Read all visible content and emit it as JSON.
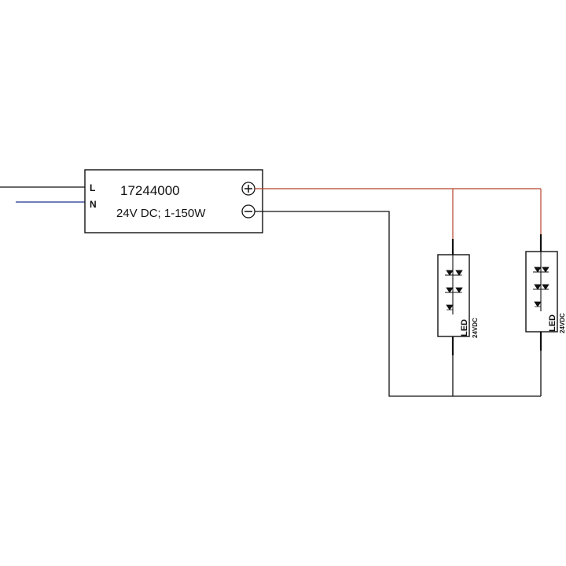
{
  "driver": {
    "model": "17244000",
    "rating": "24V DC; 1-150W",
    "input_l": "L",
    "input_n": "N",
    "plus_terminal": "+",
    "minus_terminal": "−"
  },
  "led_modules": [
    {
      "label": "LED",
      "voltage": "24VDC"
    },
    {
      "label": "LED",
      "voltage": "24VDC"
    }
  ],
  "colors": {
    "line_wire": "#111111",
    "neutral_wire": "#1f2f8f",
    "positive_wire": "#b5432b",
    "negative_wire": "#111111"
  }
}
